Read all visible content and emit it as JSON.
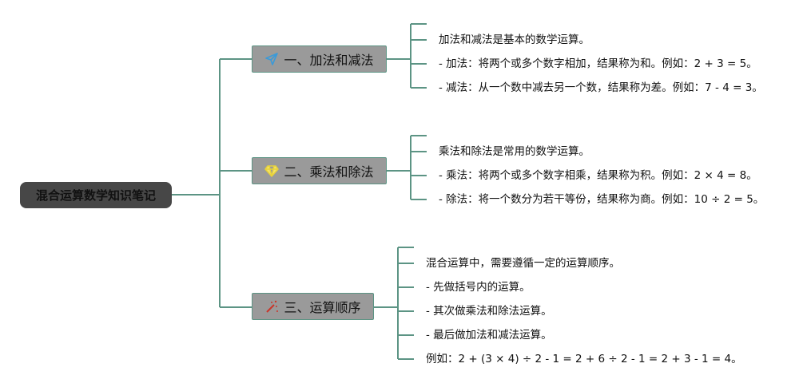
{
  "root": {
    "label": "混合运算数学知识笔记"
  },
  "branches": [
    {
      "label": "一、加法和减法",
      "icon": "paper-plane-icon",
      "leaves": [
        "加法和减法是基本的数学运算。",
        "- 加法：将两个或多个数字相加，结果称为和。例如：2 + 3 = 5。",
        "- 减法：从一个数中减去另一个数，结果称为差。例如：7 - 4 = 3。"
      ]
    },
    {
      "label": "二、乘法和除法",
      "icon": "diamond-icon",
      "leaves": [
        "乘法和除法是常用的数学运算。",
        "- 乘法：将两个或多个数字相乘，结果称为积。例如：2 × 4 = 8。",
        "- 除法：将一个数分为若干等份，结果称为商。例如：10 ÷ 2 = 5。"
      ]
    },
    {
      "label": "三、运算顺序",
      "icon": "magic-wand-icon",
      "leaves": [
        "混合运算中，需要遵循一定的运算顺序。",
        "- 先做括号内的运算。",
        "- 其次做乘法和除法运算。",
        "- 最后做加法和减法运算。",
        "例如：2 + (3 × 4) ÷ 2 - 1 = 2 + 6 ÷ 2 - 1 = 2 + 3 - 1 = 4。"
      ]
    }
  ],
  "colors": {
    "line": "#5c9484",
    "root": "#474747",
    "branch": "#9a9a9a"
  }
}
